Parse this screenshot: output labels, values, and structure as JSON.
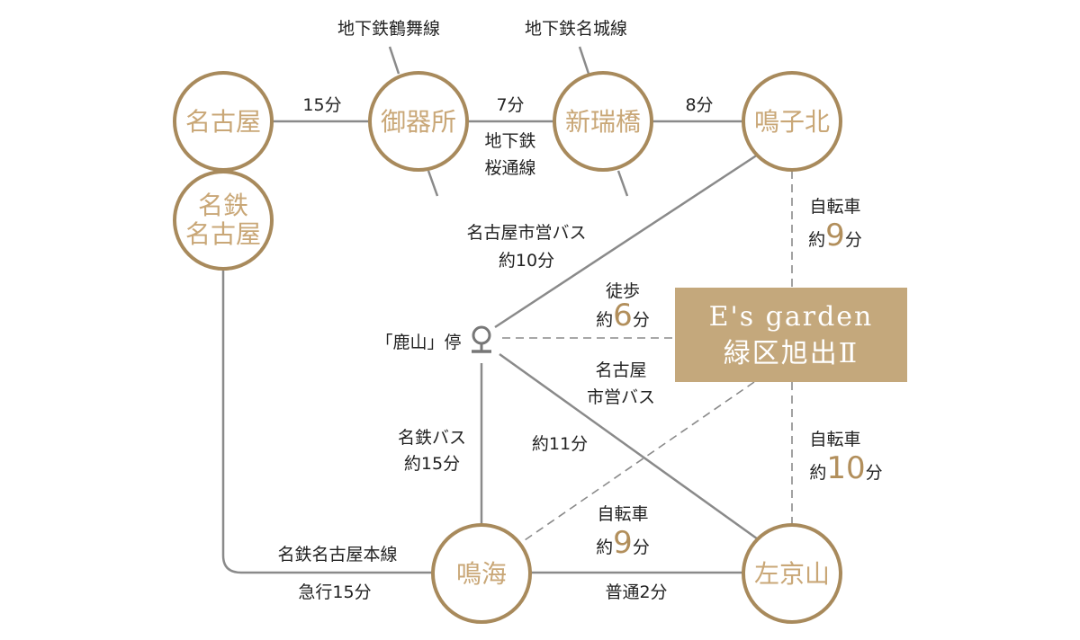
{
  "stations": {
    "nagoya": "名古屋",
    "gokiso": "御器所",
    "aratamabashi": "新瑞橋",
    "narukokita": "鳴子北",
    "meitetsu_nagoya_1": "名鉄",
    "meitetsu_nagoya_2": "名古屋",
    "narumi": "鳴海",
    "sakyoyama": "左京山"
  },
  "lines": {
    "tsurumai": "地下鉄鶴舞線",
    "meijo": "地下鉄名城線",
    "sakuradori_1": "地下鉄",
    "sakuradori_2": "桜通線",
    "meitetsu_main": "名鉄名古屋本線"
  },
  "segments": {
    "nagoya_gokiso": "15分",
    "gokiso_aratama": "7分",
    "aratama_naruko": "8分",
    "meitetsu_express": "急行15分",
    "narumi_sakyo": "普通2分",
    "citybus_1": "名古屋市営バス",
    "citybus_2": "約10分",
    "walk_label": "徒歩",
    "walk_pre": "約",
    "walk_num": "6",
    "walk_post": "分",
    "citybus2_1": "名古屋",
    "citybus2_2": "市営バス",
    "citybus2_3": "約11分",
    "meitetsubus_1": "名鉄バス",
    "meitetsubus_2": "約15分",
    "bike_top_label": "自転車",
    "bike_top_pre": "約",
    "bike_top_num": "9",
    "bike_top_post": "分",
    "bike_bottom_label": "自転車",
    "bike_bottom_pre": "約",
    "bike_bottom_num": "10",
    "bike_bottom_post": "分",
    "bike_narumi_label": "自転車",
    "bike_narumi_pre": "約",
    "bike_narumi_num": "9",
    "bike_narumi_post": "分"
  },
  "bus_stop": "「鹿山」停",
  "property": {
    "line1": "E's garden",
    "line2": "緑区旭出Ⅱ"
  },
  "colors": {
    "circle_stroke": "#a88a5c",
    "station_text": "#c9a777",
    "box_fill": "#c4a87c",
    "line": "#8a8a8a"
  }
}
